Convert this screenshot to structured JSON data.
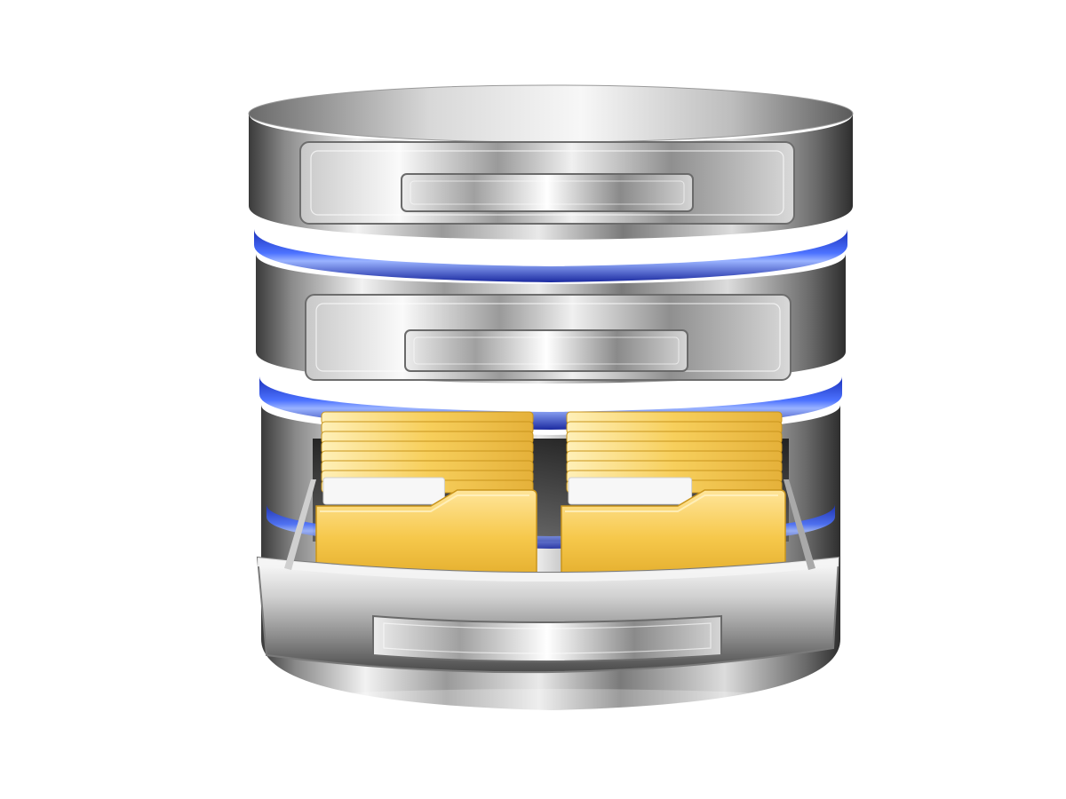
{
  "scene": {
    "subject": "database-drawer-icon",
    "colors": {
      "background": "#ffffff",
      "metal_light": "#f2f2f2",
      "metal_mid": "#bcbcbc",
      "metal_dark": "#5e5e5e",
      "glow_blue": "#2f55ff",
      "glow_blue_light": "#8aa6ff",
      "folder_yellow": "#f4c84a",
      "folder_yellow_light": "#ffe38a",
      "folder_yellow_dark": "#d6a21e",
      "paper_white": "#f7f7f7"
    },
    "folder_groups": [
      {
        "position": "left",
        "folder_count": 9
      },
      {
        "position": "right",
        "folder_count": 9
      }
    ]
  }
}
